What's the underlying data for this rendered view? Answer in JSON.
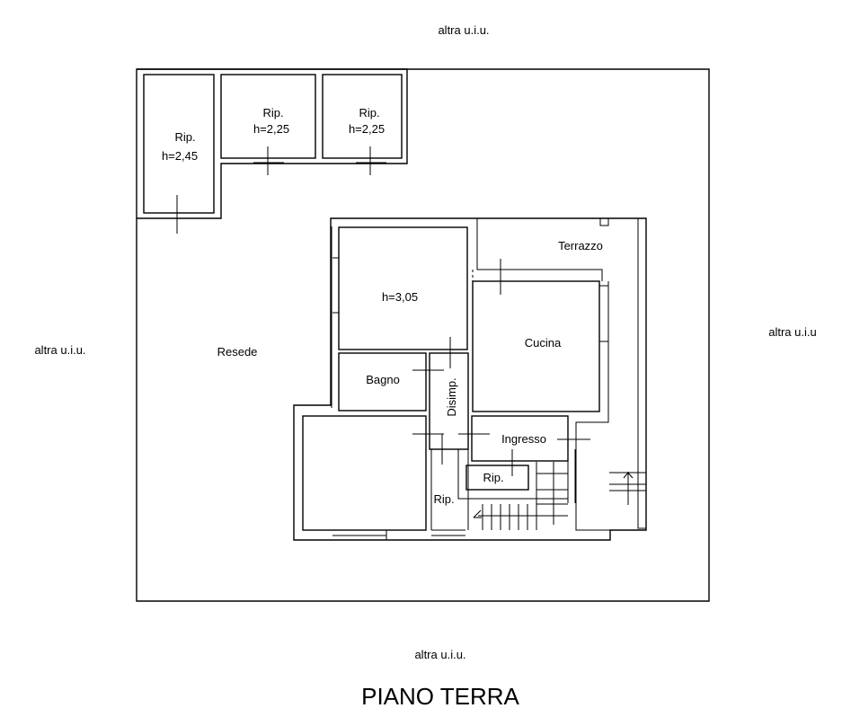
{
  "surroundings": {
    "top": "altra u.i.u.",
    "left": "altra u.i.u.",
    "right": "altra u.i.u",
    "bottom": "altra u.i.u."
  },
  "rooms": {
    "rip1": {
      "label": "Rip.",
      "height": "h=2,45"
    },
    "rip2": {
      "label": "Rip.",
      "height": "h=2,25"
    },
    "rip3": {
      "label": "Rip.",
      "height": "h=2,25"
    },
    "main_room_height": "h=3,05",
    "terrazzo": "Terrazzo",
    "cucina": "Cucina",
    "resede": "Resede",
    "bagno": "Bagno",
    "disimp": "Disimp.",
    "ingresso": "Ingresso",
    "rip_inner": "Rip.",
    "rip_small": "Rip."
  },
  "title": "PIANO TERRA"
}
